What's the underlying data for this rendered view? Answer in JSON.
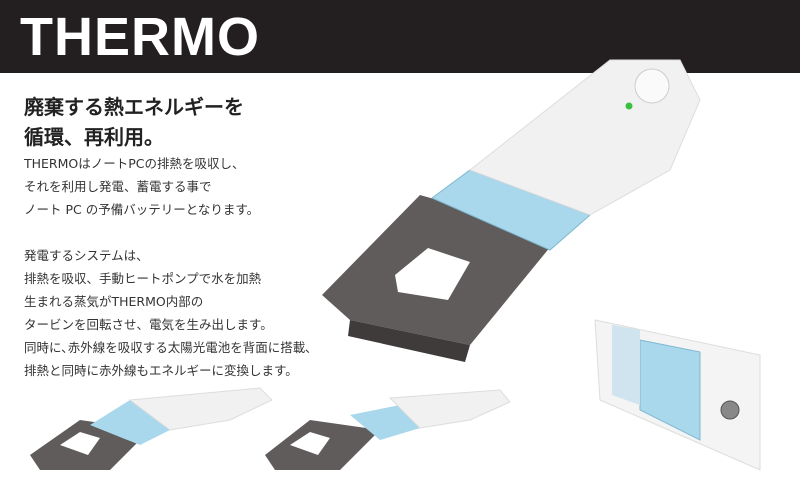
{
  "header": {
    "title": "THERMO"
  },
  "headline": [
    "廃棄する熱エネルギーを",
    "循環、再利用。"
  ],
  "paragraph1": [
    "THERMOはノートPCの排熱を吸収し、",
    "それを利用し発電、蓄電する事で",
    "ノート PC の予備バッテリーとなります。"
  ],
  "paragraph2": [
    "発電するシステムは、",
    "排熱を吸収、手動ヒートポンプで水を加熱",
    "生まれる蒸気がTHERMO内部の",
    "タービンを回転させ、電気を生み出します。",
    "同時に､赤外線を吸収する太陽光電池を背面に搭載､",
    "排熱と同時に赤外線もエネルギーに変換します。"
  ],
  "colors": {
    "header": "#231f20",
    "led": "#3cbf3c",
    "panel": "#9fd4ea",
    "base": "#5f5c5b"
  }
}
